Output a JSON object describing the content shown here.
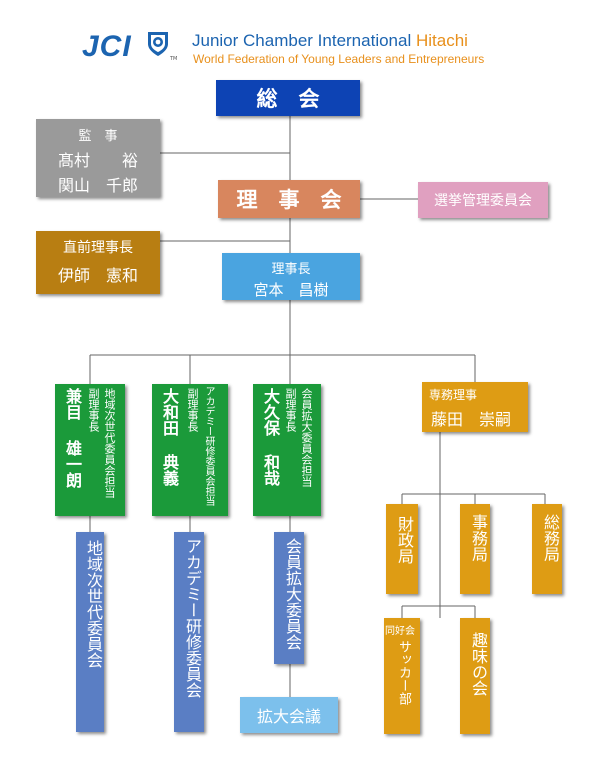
{
  "header": {
    "logo_text": "JCI",
    "line1_prefix": "Junior Chamber International",
    "line1_suffix": "Hitachi",
    "line2": "World Federation of Young Leaders and Entrepreneurs",
    "tm": "TM"
  },
  "colors": {
    "navy": "#0d43b4",
    "salmon": "#d8865e",
    "pink": "#e0a0c0",
    "gray": "#9a9a9a",
    "gold": "#b87e12",
    "sky": "#4aa4e0",
    "green": "#1b9a3a",
    "blue_col": "#5a7ec4",
    "orange": "#de9c14",
    "light_blue": "#7cc0ec",
    "brand_blue": "#1c64b0",
    "brand_orange": "#e8901c"
  },
  "chart": {
    "general_meeting": "総　会",
    "auditors": {
      "role": "監　事",
      "names": [
        "髙村　　裕",
        "関山　千郎"
      ]
    },
    "board": "理　事　会",
    "election_committee": "選挙管理委員会",
    "past_president": {
      "role": "直前理事長",
      "name": "伊師　憲和"
    },
    "president": {
      "role": "理事長",
      "name": "宮本　昌樹"
    },
    "vice_presidents": [
      {
        "surname": "兼目",
        "given": "雄一朗",
        "role": "副理事長",
        "duty": "地域次世代委員会担当",
        "committee": "地域次世代委員会"
      },
      {
        "surname": "大和田",
        "given": "典義",
        "role": "副理事長",
        "duty": "アカデミー研修委員会担当",
        "committee": "アカデミー研修委員会"
      },
      {
        "surname": "大久保",
        "given": "和哉",
        "role": "副理事長",
        "duty": "会員拡大委員会担当",
        "committee": "会員拡大委員会"
      }
    ],
    "expansion_council": "拡大会議",
    "executive_director": {
      "role": "専務理事",
      "name": "藤田　崇嗣"
    },
    "bureaus": [
      "財政局",
      "事務局",
      "総務局"
    ],
    "clubs": [
      {
        "small": "同好会",
        "main": "サッカー部"
      },
      {
        "main": "趣味の会"
      }
    ]
  }
}
